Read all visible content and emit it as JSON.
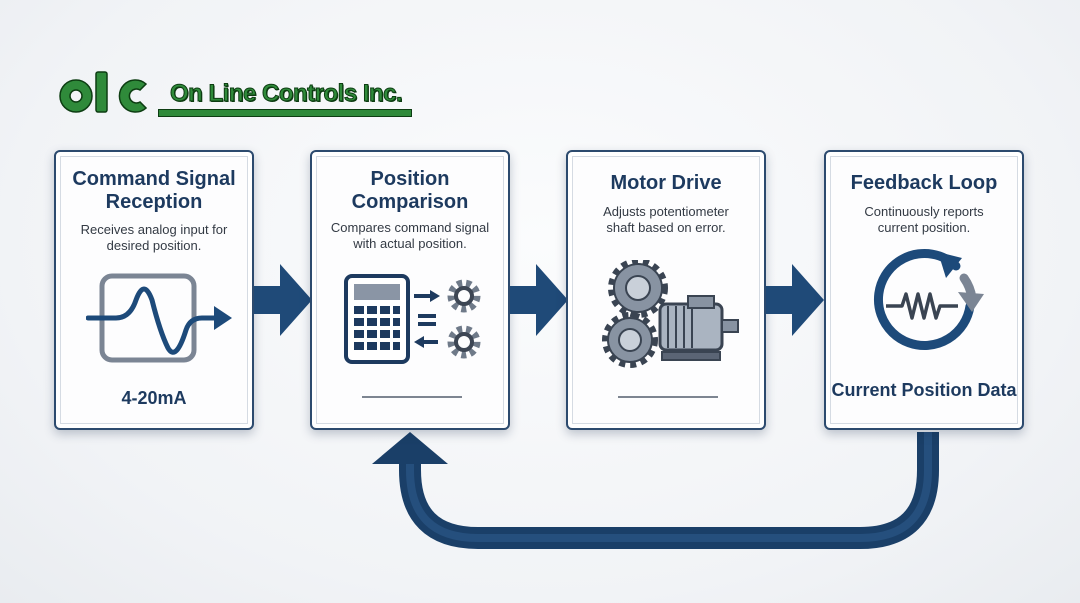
{
  "company": {
    "logo_text": "olc",
    "name": "On Line Controls Inc."
  },
  "colors": {
    "brand_green": "#2f8a3a",
    "navy": "#1d3a5f",
    "arrow": "#1f4a78"
  },
  "steps": [
    {
      "title": "Command Signal Reception",
      "description": "Receives analog input for desired position.",
      "value": "4-20mA",
      "icon": "sine-wave-signal-icon"
    },
    {
      "title": "Position Comparison",
      "description": "Compares command signal with actual position.",
      "value": "",
      "icon": "calculator-gears-icon"
    },
    {
      "title": "Motor Drive",
      "description": "Adjusts potentiometer shaft based on error.",
      "value": "",
      "icon": "gears-motor-icon"
    },
    {
      "title": "Feedback Loop",
      "description": "Continuously reports current position.",
      "value": "Current Position Data",
      "icon": "circular-arrow-resistor-icon"
    }
  ]
}
